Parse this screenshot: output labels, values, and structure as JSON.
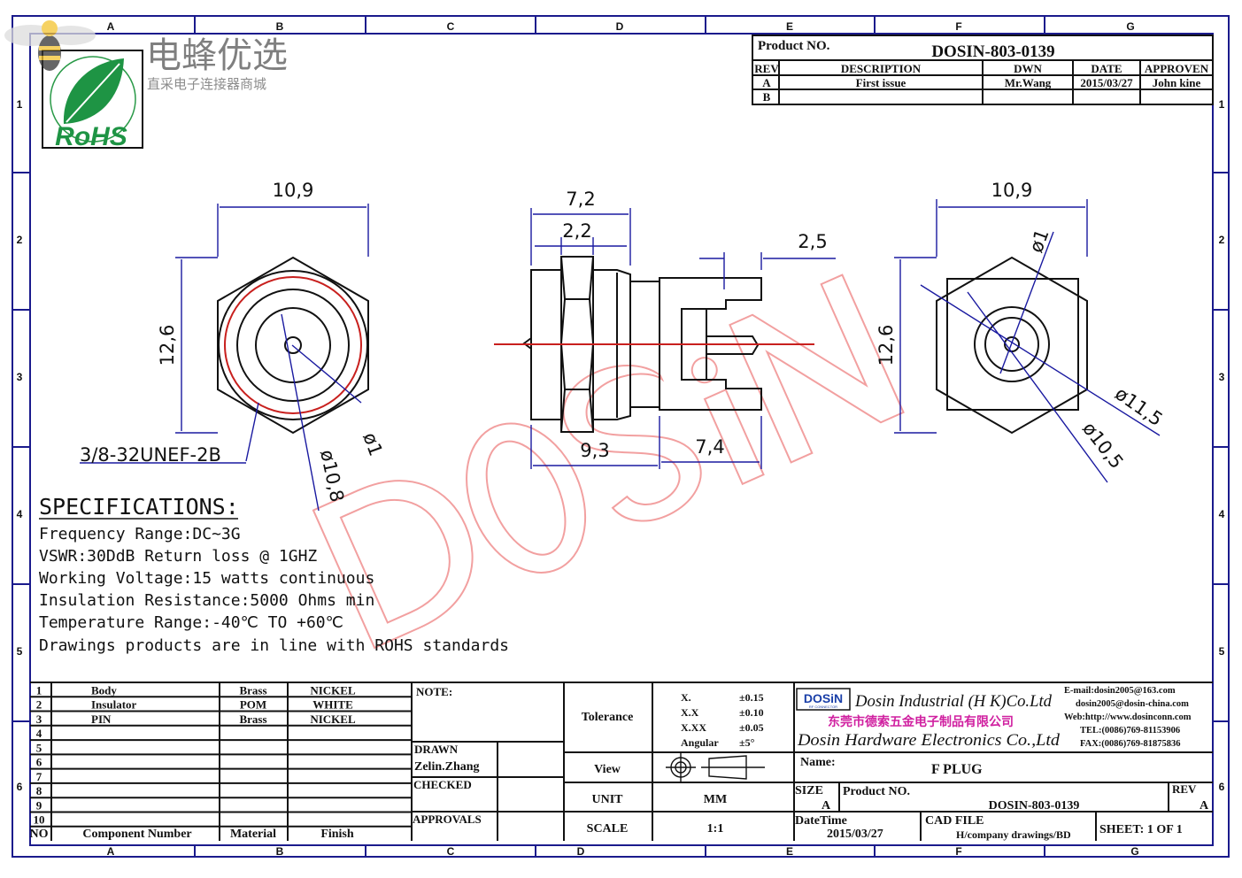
{
  "watermark": {
    "brand": "电蜂优选",
    "tagline": "直采电子连接器商城",
    "stamp": "DOSiN",
    "rohs": "RoHS"
  },
  "grid": {
    "columns": [
      "A",
      "B",
      "C",
      "D",
      "E",
      "F",
      "G"
    ],
    "rows": [
      "1",
      "2",
      "3",
      "4",
      "5",
      "6"
    ]
  },
  "revision": {
    "product_label": "Product NO.",
    "product_no": "DOSIN-803-0139",
    "headers": [
      "REV",
      "DESCRIPTION",
      "DWN",
      "DATE",
      "APPROVEN"
    ],
    "rows": [
      [
        "A",
        "First issue",
        "Mr.Wang",
        "2015/03/27",
        "John kine"
      ],
      [
        "B",
        "",
        "",
        "",
        ""
      ]
    ]
  },
  "dims": {
    "front_width": "10,9",
    "front_height": "12,6",
    "thread": "3/8-32UNEF-2B",
    "front_pin": "ø1",
    "front_dia": "ø10,8",
    "side_total": "7,2",
    "side_nut": "2,2",
    "side_tab": "2,5",
    "side_body": "9,3",
    "side_rear": "7,4",
    "back_width": "10,9",
    "back_height": "12,6",
    "back_pin": "ø1",
    "back_dia1": "ø11,5",
    "back_dia2": "ø10,5"
  },
  "specs": {
    "title": "SPECIFICATIONS:",
    "lines": [
      "Frequency Range:DC~3G",
      "VSWR:30DdB Return loss @ 1GHZ",
      "Working Voltage:15 watts continuous",
      "Insulation Resistance:5000 Ohms min",
      "Temperature Range:-40℃ TO +60℃",
      "Drawings products are in line with ROHS standards"
    ]
  },
  "bom": {
    "headers": [
      "NO",
      "Component Number",
      "Material",
      "Finish"
    ],
    "rows": [
      [
        "1",
        "Body",
        "Brass",
        "NICKEL"
      ],
      [
        "2",
        "Insulator",
        "POM",
        "WHITE"
      ],
      [
        "3",
        "PIN",
        "Brass",
        "NICKEL"
      ],
      [
        "4",
        "",
        "",
        ""
      ],
      [
        "5",
        "",
        "",
        ""
      ],
      [
        "6",
        "",
        "",
        ""
      ],
      [
        "7",
        "",
        "",
        ""
      ],
      [
        "8",
        "",
        "",
        ""
      ],
      [
        "9",
        "",
        "",
        ""
      ],
      [
        "10",
        "",
        "",
        ""
      ]
    ]
  },
  "notes": {
    "note": "NOTE:",
    "drawn": "DRAWN",
    "drawn_by": "Zelin.Zhang",
    "checked": "CHECKED",
    "approvals": "APPROVALS"
  },
  "tolerance": {
    "label": "Tolerance",
    "rows": [
      [
        "X.",
        "±0.15"
      ],
      [
        "X.X",
        "±0.10"
      ],
      [
        "X.XX",
        "±0.05"
      ],
      [
        "Angular",
        "±5°"
      ]
    ],
    "view_label": "View",
    "unit_label": "UNIT",
    "unit": "MM",
    "scale_label": "SCALE",
    "scale": "1:1"
  },
  "company": {
    "logo": "DOSiN",
    "logo_sub": "RF CONNECTOR",
    "name_en": "Dosin Industrial (H K)Co.Ltd",
    "name_cn": "东莞市德索五金电子制品有限公司",
    "name_en2": "Dosin Hardware Electronics Co.,Ltd",
    "contact": [
      "E-mail:dosin2005@163.com",
      "dosin2005@dosin-china.com",
      "Web:http://www.dosinconn.com",
      "TEL:(0086)769-81153906",
      "FAX:(0086)769-81875836"
    ],
    "name_label": "Name:",
    "name": "F PLUG",
    "size_label": "SIZE",
    "size": "A",
    "product_label": "Product NO.",
    "product_no": "DOSIN-803-0139",
    "rev_label": "REV",
    "rev": "A",
    "date_label": "DateTime",
    "date": "2015/03/27",
    "cad_label": "CAD FILE",
    "cad": "H/company drawings/BD",
    "sheet": "SHEET:  1 OF 1"
  }
}
